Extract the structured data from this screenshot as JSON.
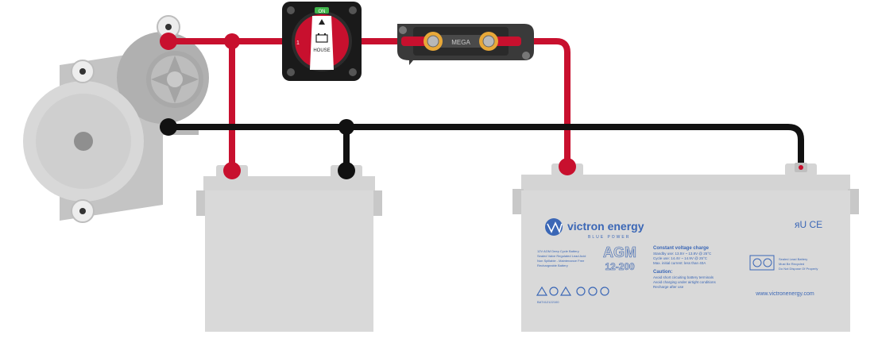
{
  "switch": {
    "on_label": "ON",
    "house_label": "HOUSE",
    "battery_label": "1"
  },
  "fuse": {
    "label": "MEGA"
  },
  "agm_battery": {
    "brand_name": "victron energy",
    "brand_tagline": "BLUE POWER",
    "product_type": "AGM",
    "product_model": "12-200",
    "left_info_lines": [
      "12V AGM Deep Cycle Battery",
      "Sealed Valve Regulated Lead Acid",
      "Non Spillable - Maintenance Free",
      "Rechargeable Battery"
    ],
    "charge_heading": "Constant voltage charge",
    "charge_lines": [
      "Standby use: 13.5V ~ 13.8V @ 25°C",
      "Cycle use: 14.4V ~ 14.9V @ 25°C",
      "Max. initial current: less than 40A"
    ],
    "caution_heading": "Caution:",
    "caution_lines": [
      "Avoid short circuiting battery terminals",
      "Avoid charging under airtight conditions",
      "Recharge after use"
    ],
    "right_info_lines": [
      "Sealed Lead Battery",
      "Must Be Recycled",
      "Do Not Dispose Of Properly"
    ],
    "barcode_text": "BAT412122100",
    "cert_marks": "ᴙU CE",
    "website": "www.victronenergy.com"
  },
  "colors": {
    "positive_wire": "#c8102e",
    "negative_wire": "#111111",
    "battery_body": "#d9d9d9",
    "brand_blue": "#3b67b6"
  }
}
